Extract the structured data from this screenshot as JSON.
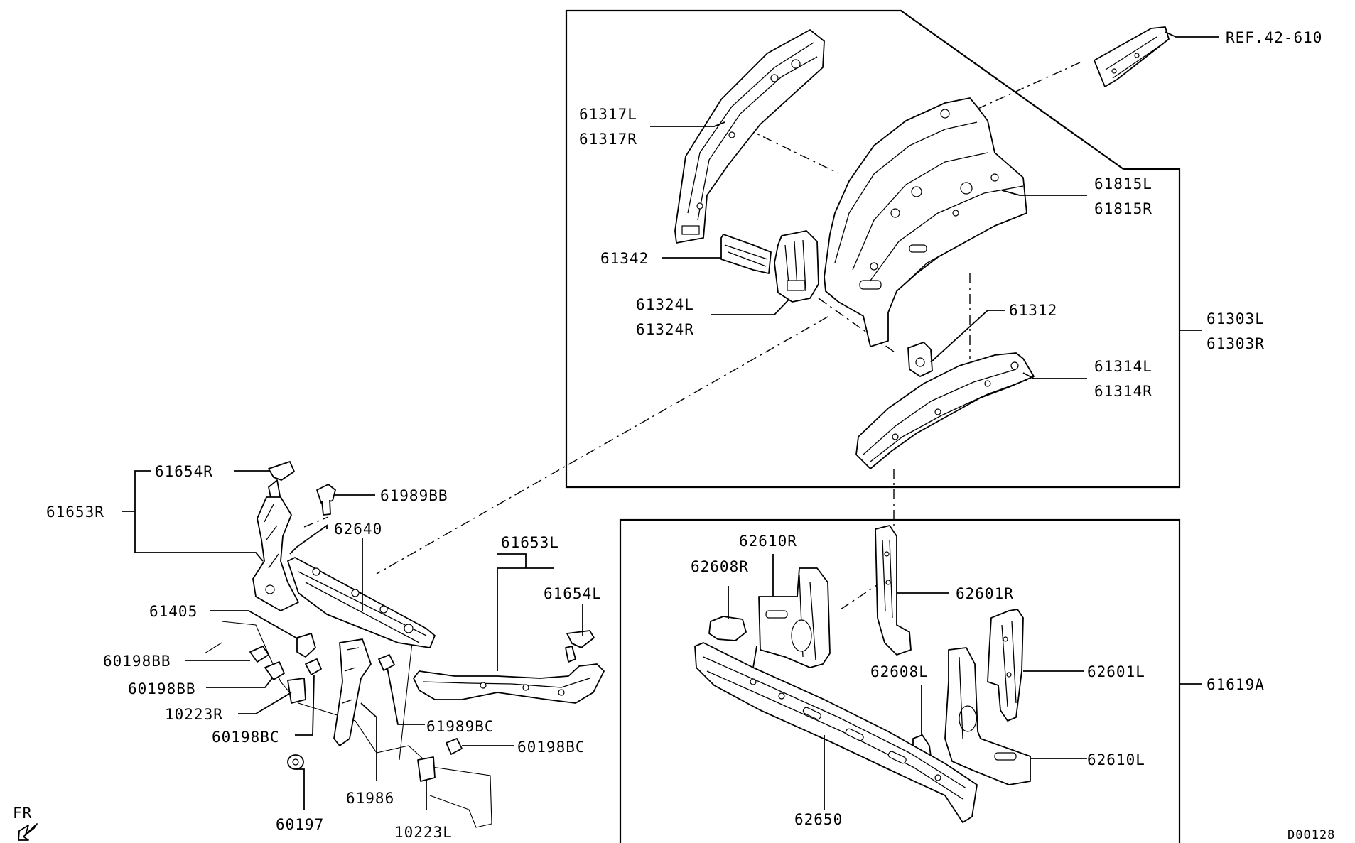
{
  "diagram": {
    "reference": "REF.42-610",
    "drawing_id": "D00128",
    "direction_label": "FR",
    "upper_box_group": [
      "61303L",
      "61303R"
    ],
    "lower_box_group": "61619A",
    "parts": {
      "p61317": [
        "61317L",
        "61317R"
      ],
      "p61815": [
        "61815L",
        "61815R"
      ],
      "p61342": "61342",
      "p61324": [
        "61324L",
        "61324R"
      ],
      "p61312": "61312",
      "p61314": [
        "61314L",
        "61314R"
      ],
      "p61654R": "61654R",
      "p61653R": "61653R",
      "p61989BB": "61989BB",
      "p62640": "62640",
      "p61653L": "61653L",
      "p61654L": "61654L",
      "p61405": "61405",
      "p60198BB_a": "60198BB",
      "p60198BB_b": "60198BB",
      "p10223R": "10223R",
      "p60198BC_a": "60198BC",
      "p61989BC": "61989BC",
      "p60198BC_b": "60198BC",
      "p61986": "61986",
      "p60197": "60197",
      "p10223L": "10223L",
      "p62610R": "62610R",
      "p62608R": "62608R",
      "p62601R": "62601R",
      "p62608L": "62608L",
      "p62601L": "62601L",
      "p62610L": "62610L",
      "p62650": "62650"
    }
  }
}
